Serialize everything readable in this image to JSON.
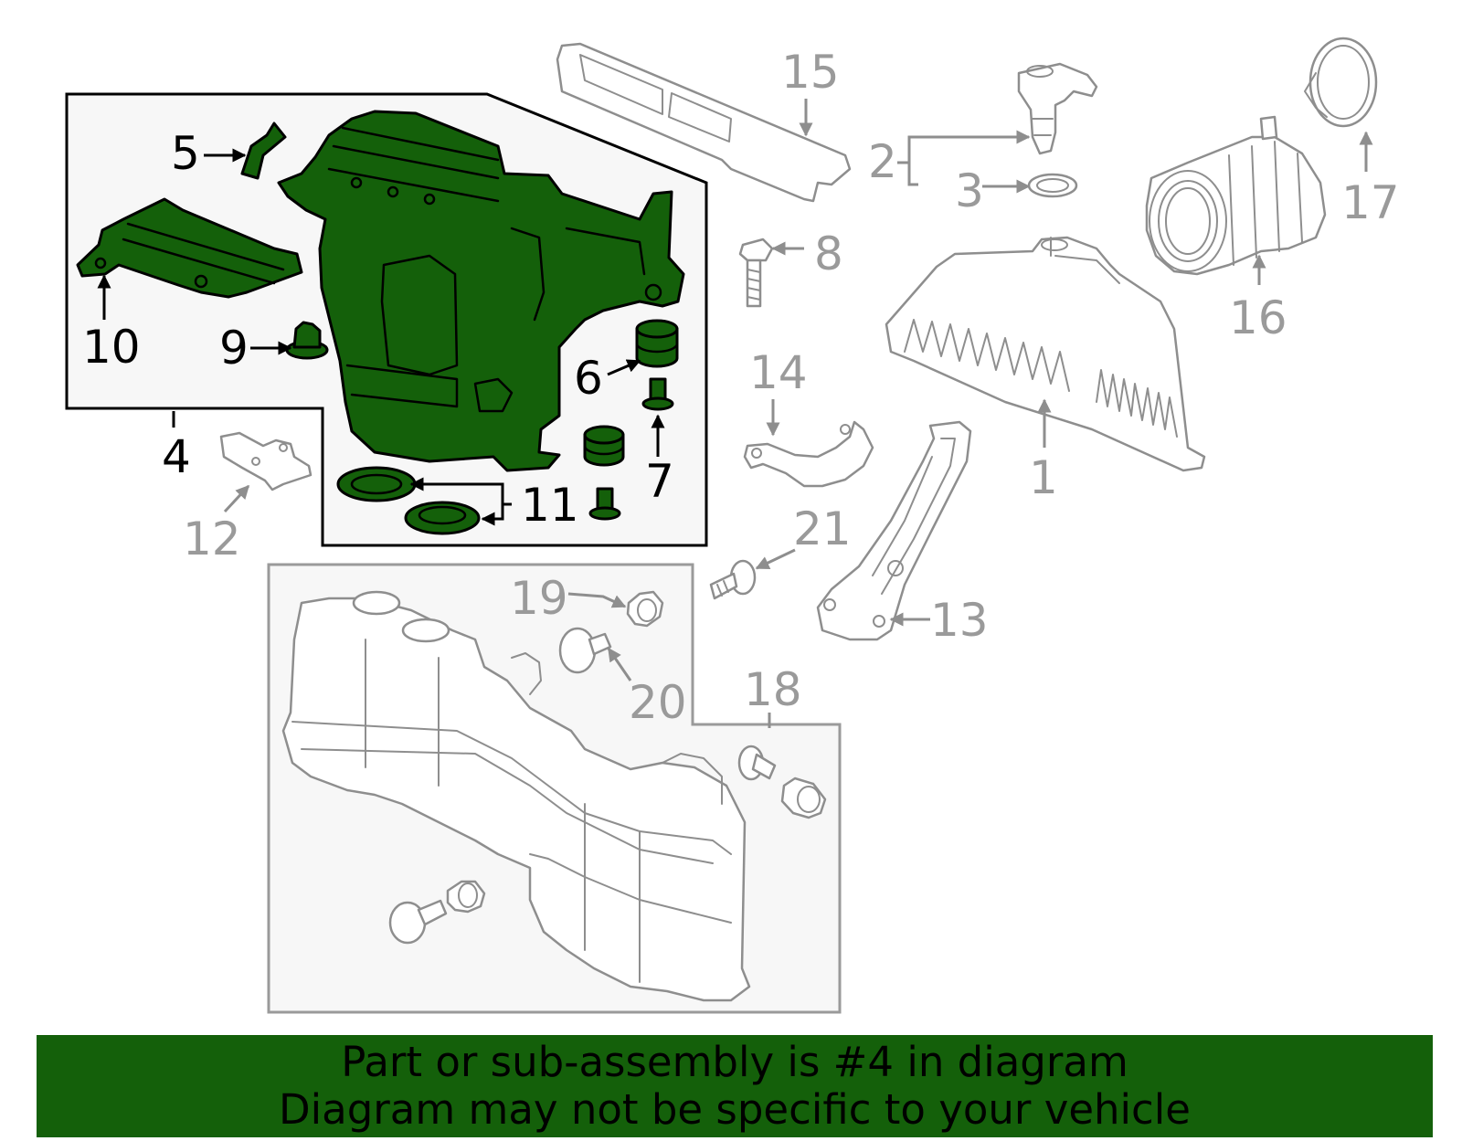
{
  "callouts": {
    "c1": "1",
    "c2": "2",
    "c3": "3",
    "c4": "4",
    "c5": "5",
    "c6": "6",
    "c7": "7",
    "c8": "8",
    "c9": "9",
    "c10": "10",
    "c11": "11",
    "c12": "12",
    "c13": "13",
    "c14": "14",
    "c15": "15",
    "c16": "16",
    "c17": "17",
    "c18": "18",
    "c19": "19",
    "c20": "20",
    "c21": "21"
  },
  "banner": {
    "line1": "Part or sub-assembly is #4 in diagram",
    "line2": "Diagram may not be specific to your vehicle"
  },
  "colors": {
    "highlight_fill": "#14600a",
    "callout_grey": "#9a9a9a",
    "panel_fill": "#f7f7f7"
  }
}
